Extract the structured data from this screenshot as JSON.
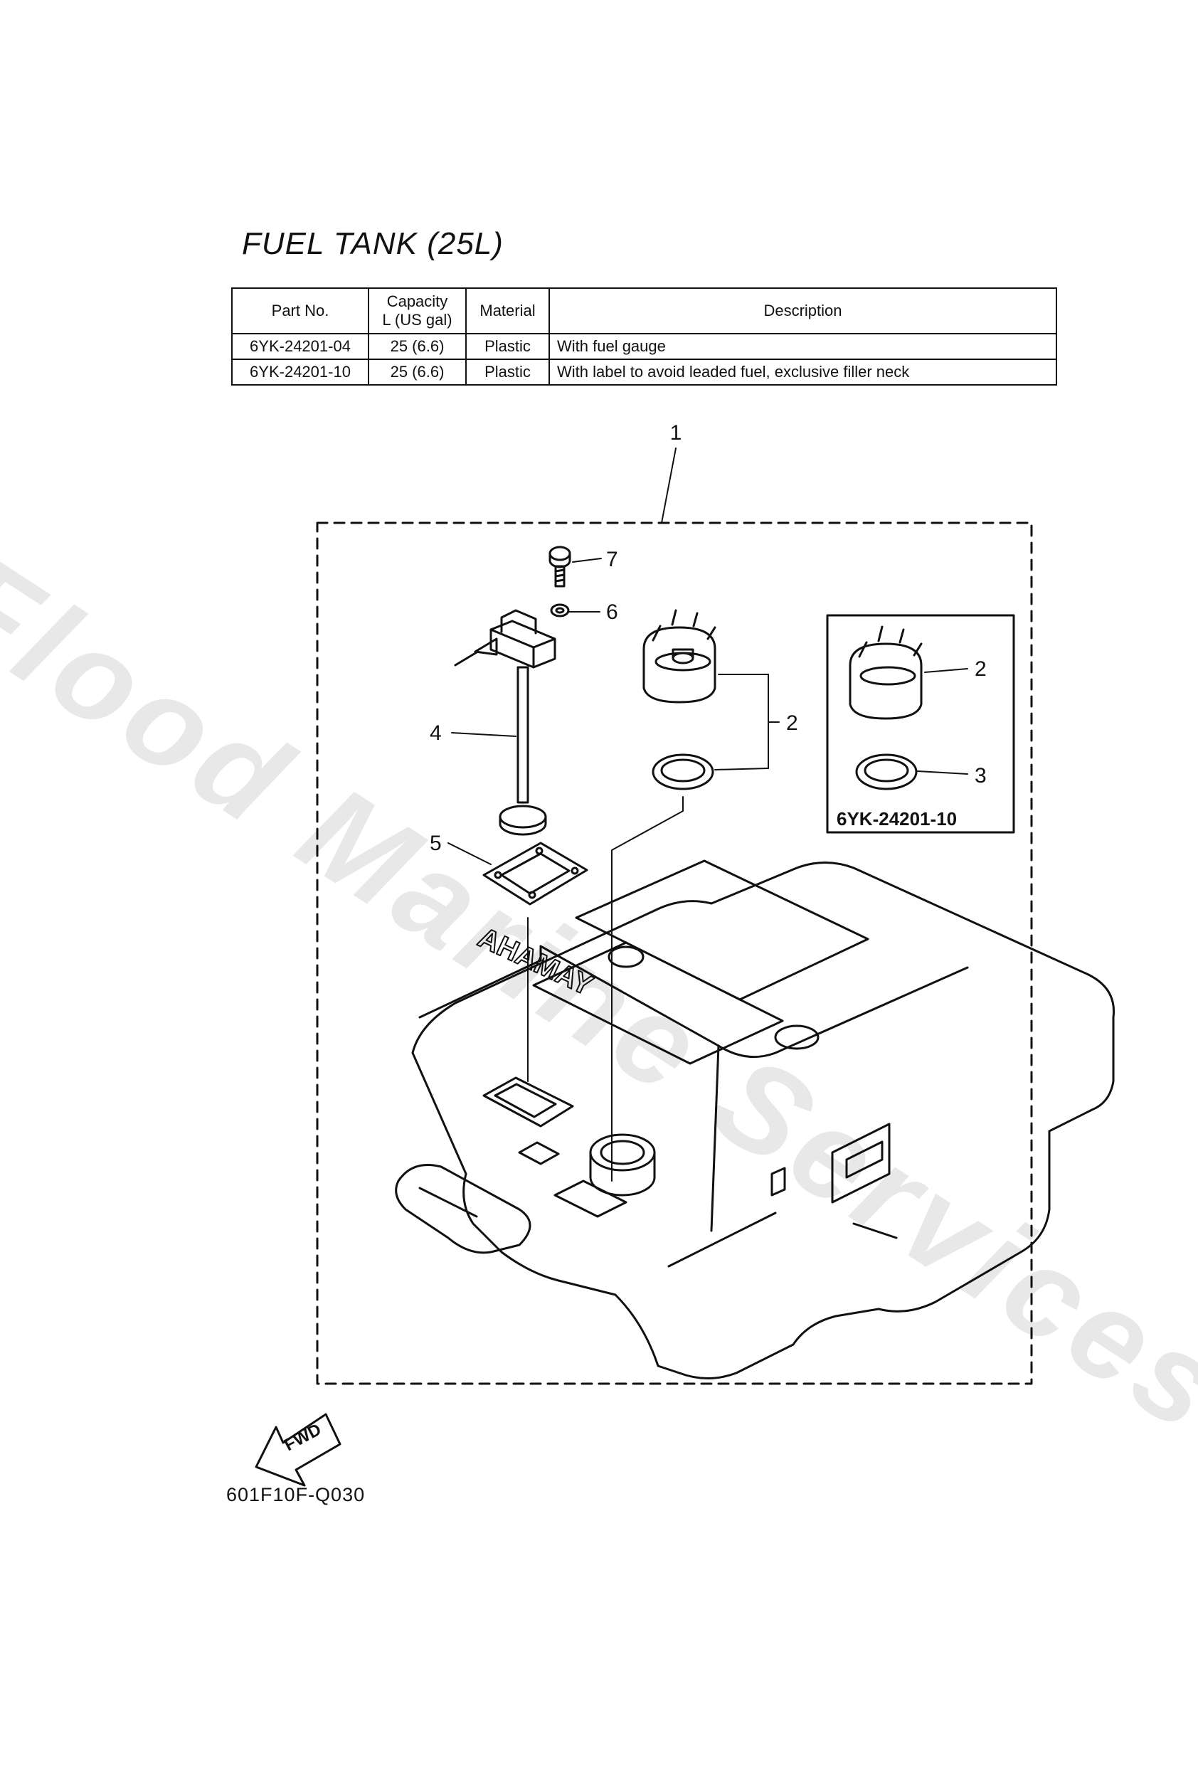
{
  "title": "FUEL TANK (25L)",
  "table": {
    "headers": [
      "Part No.",
      "Capacity\nL (US gal)",
      "Material",
      "Description"
    ],
    "rows": [
      {
        "part_no": "6YK-24201-04",
        "capacity": "25 (6.6)",
        "material": "Plastic",
        "description": "With fuel gauge"
      },
      {
        "part_no": "6YK-24201-10",
        "capacity": "25 (6.6)",
        "material": "Plastic",
        "description": "With label to avoid leaded fuel, exclusive filler neck"
      }
    ]
  },
  "diagram": {
    "callouts": [
      "1",
      "2",
      "3",
      "4",
      "5",
      "6",
      "7"
    ],
    "inset_label": "6YK-24201-10",
    "brand_label": "YAMAHA",
    "fwd_label": "FWD"
  },
  "drawing_code": "601F10F-Q030",
  "watermark": "Flood Marine Services"
}
